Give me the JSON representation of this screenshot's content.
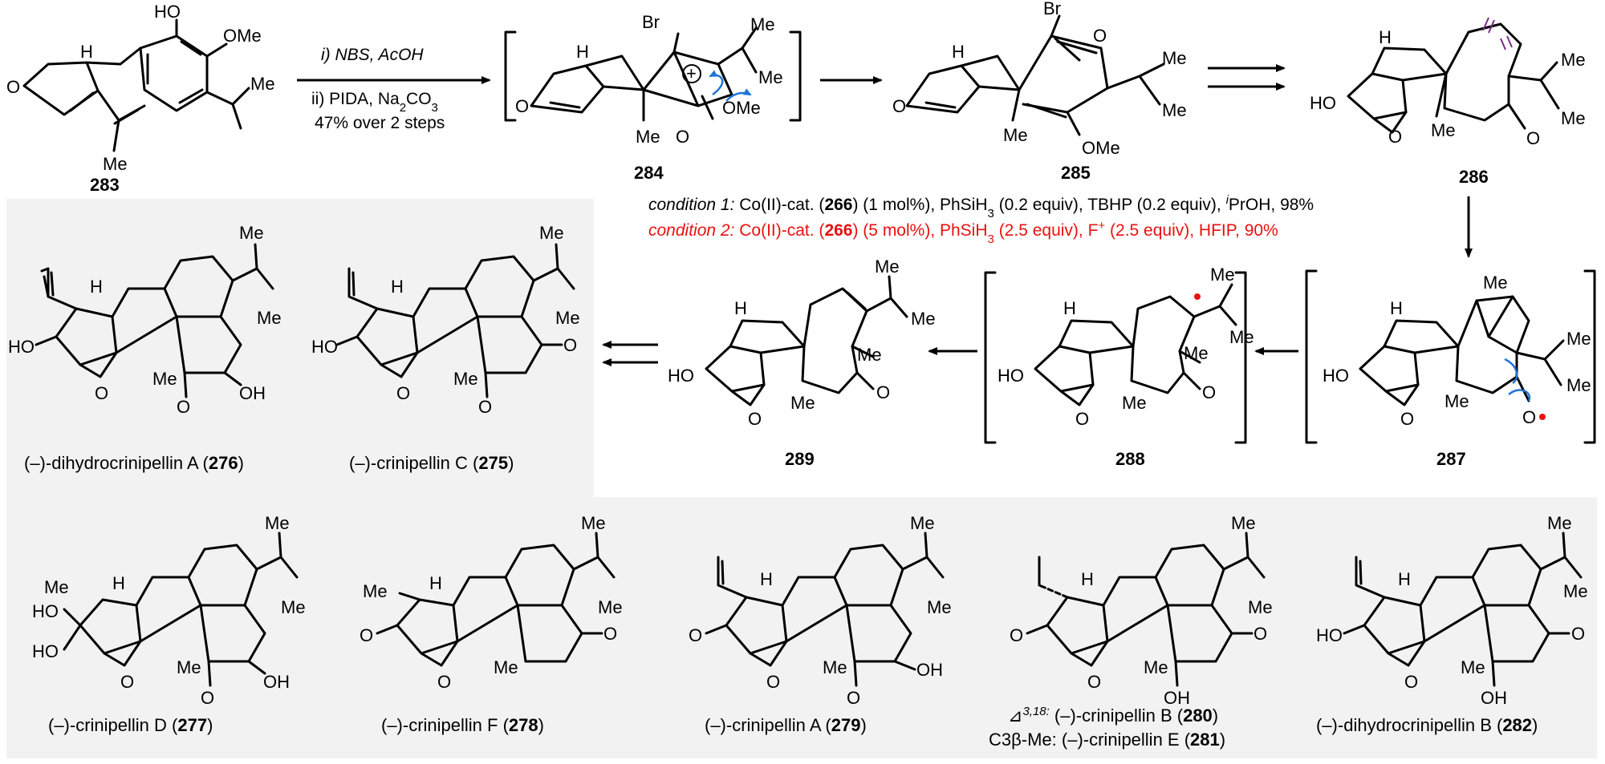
{
  "colors": {
    "panel": "#f2f2f2",
    "arrow": "#000000",
    "highlight": "#e8110f",
    "curly": "#1e73d6",
    "bracket": "#000000",
    "radical_dot": "#e8110f",
    "alkene_mark": "#7a2c8a"
  },
  "step1": {
    "reagent_i": "i) NBS, AcOH",
    "reagent_ii_pre": "ii) PIDA, Na",
    "reagent_ii_sub": "2",
    "reagent_ii_post": "CO",
    "reagent_ii_sub2": "3",
    "yield": "47% over 2 steps"
  },
  "conditions": {
    "c1_label": "condition 1:",
    "c1_text_a": " Co(II)-cat. (",
    "c1_num": "266",
    "c1_text_b": ") (1 mol%), PhSiH",
    "c1_sub": "3",
    "c1_text_c": " (0.2 equiv), TBHP (0.2 equiv), ",
    "c1_sup": "i",
    "c1_text_d": "PrOH, 98%",
    "c2_label": "condition 2:",
    "c2_text_a": " Co(II)-cat. (",
    "c2_num": "266",
    "c2_text_b": ") (5 mol%), PhSiH",
    "c2_sub": "3",
    "c2_text_c": " (2.5 equiv), F",
    "c2_sup": "+",
    "c2_text_d": " (2.5 equiv), HFIP, 90%"
  },
  "compounds": {
    "c283": "283",
    "c284": "284",
    "c285": "285",
    "c286": "286",
    "c287": "287",
    "c288": "288",
    "c289": "289"
  },
  "atoms": {
    "ho": "HO",
    "ome": "OMe",
    "me": "Me",
    "h": "H",
    "o": "O",
    "br": "Br",
    "oh": "OH",
    "plus": "+"
  },
  "natural_products": {
    "np276_pre": "(–)-dihydrocrinipellin A (",
    "np276_num": "276",
    "np275_pre": "(–)-crinipellin C (",
    "np275_num": "275",
    "np277_pre": "(–)-crinipellin D (",
    "np277_num": "277",
    "np278_pre": "(–)-crinipellin F (",
    "np278_num": "278",
    "np279_pre": "(–)-crinipellin A (",
    "np279_num": "279",
    "np280_delta": "⊿",
    "np280_sup": "3,18:",
    "np280_pre": " (–)-crinipellin B (",
    "np280_num": "280",
    "np281_pre": "C3β-Me: (–)-crinipellin E (",
    "np281_num": "281",
    "np282_pre": "(–)-dihydrocrinipellin B (",
    "np282_num": "282",
    "close": ")"
  }
}
